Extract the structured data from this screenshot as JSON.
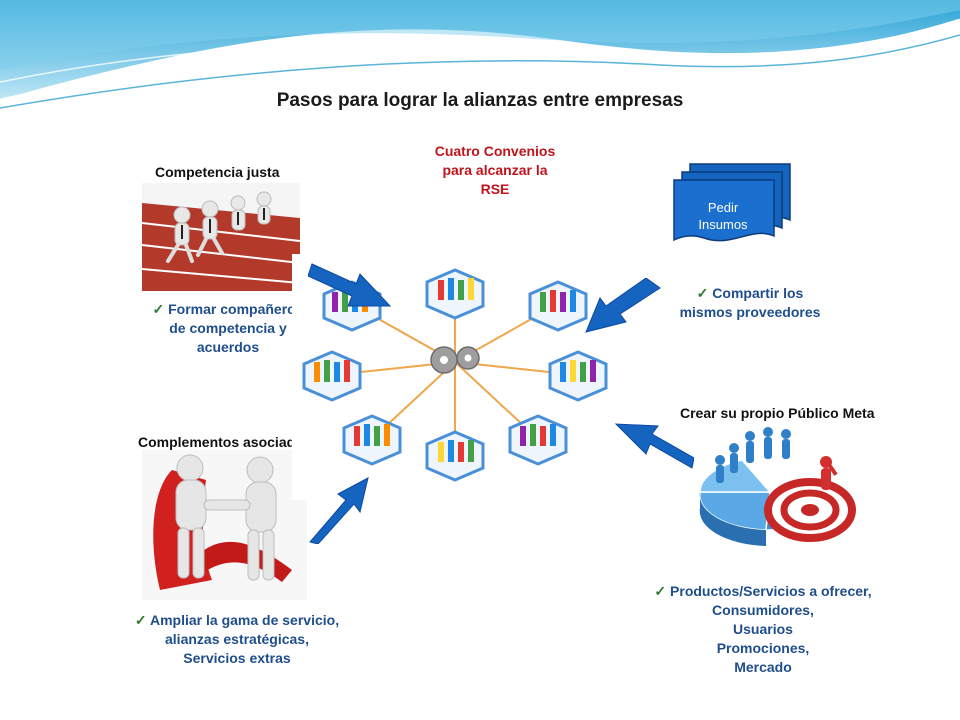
{
  "title": "Pasos para lograr la alianzas entre empresas",
  "center": {
    "title_lines": [
      "Cuatro Convenios",
      "para alcanzar la",
      "RSE"
    ]
  },
  "top_left": {
    "heading": "Competencia justa",
    "bullet_lines": [
      "Formar compañeros",
      "de competencia y",
      "acuerdos"
    ]
  },
  "top_right": {
    "doc_lines": [
      "Pedir",
      "Insumos"
    ],
    "bullet_lines": [
      "Compartir los",
      "mismos proveedores"
    ]
  },
  "bottom_left": {
    "heading": "Complementos asociados",
    "bullet_lines": [
      "Ampliar la gama de servicio,",
      "alianzas estratégicas,",
      "Servicios extras"
    ]
  },
  "bottom_right": {
    "heading": "Crear su propio Público Meta",
    "bullet_lines": [
      "Productos/Servicios a ofrecer,",
      "Consumidores,",
      "Usuarios",
      "Promociones,",
      "Mercado"
    ]
  },
  "colors": {
    "arrow": "#1565c0",
    "accent_red": "#c0141c",
    "text_blue": "#1f4e8c"
  }
}
